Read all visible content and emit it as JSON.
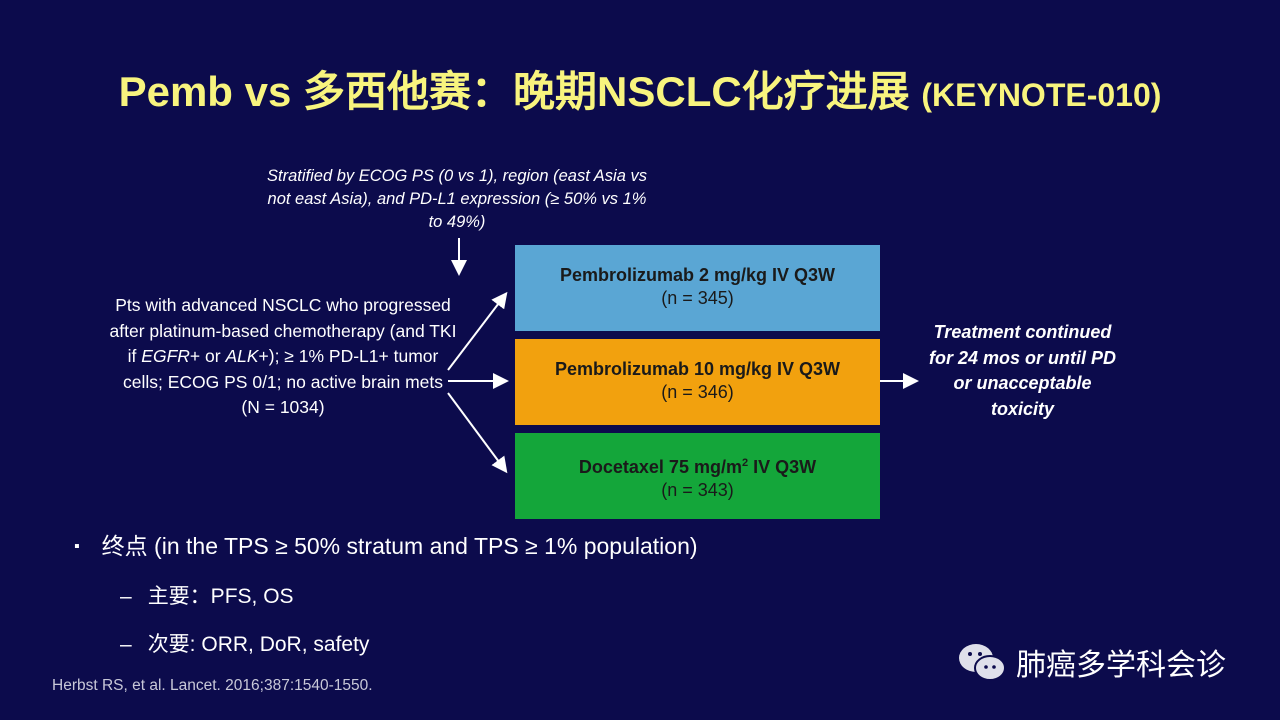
{
  "title": {
    "main": "Pemb vs 多西他赛：晚期NSCLC化疗进展 ",
    "trial": "(KEYNOTE-010)"
  },
  "stratification": "Stratified by ECOG PS (0 vs 1), region (east Asia vs not east Asia), and PD-L1 expression (≥ 50% vs 1% to 49%)",
  "patients": {
    "pre": "Pts with advanced NSCLC who progressed after platinum-based chemotherapy (and TKI if ",
    "egfr": "EGFR",
    "mid": "+ or ",
    "alk": "ALK",
    "post": "+); ≥ 1% PD-L1+ tumor cells; ECOG PS 0/1; no active brain mets",
    "n": "(N = 1034)"
  },
  "arms": [
    {
      "label": "Pembrolizumab 2 mg/kg IV Q3W",
      "n": "(n = 345)",
      "color": "#5aa6d4"
    },
    {
      "label": "Pembrolizumab 10 mg/kg IV Q3W",
      "n": "(n = 346)",
      "color": "#f2a10e"
    },
    {
      "label_pre": "Docetaxel 75 mg/m",
      "sup": "2",
      "label_post": " IV Q3W",
      "n": "(n = 343)",
      "color": "#14a63a"
    }
  ],
  "treatment": "Treatment continued for 24 mos or until PD or unacceptable toxicity",
  "endpoints": {
    "bullet": "▪",
    "heading": "终点 (in the TPS ≥ 50% stratum and TPS ≥ 1% population)",
    "dash": "–",
    "primary": "主要：PFS, OS",
    "secondary": "次要: ORR, DoR, safety"
  },
  "reference": "Herbst RS, et al. Lancet. 2016;387:1540-1550.",
  "brand": "肺癌多学科会诊"
}
